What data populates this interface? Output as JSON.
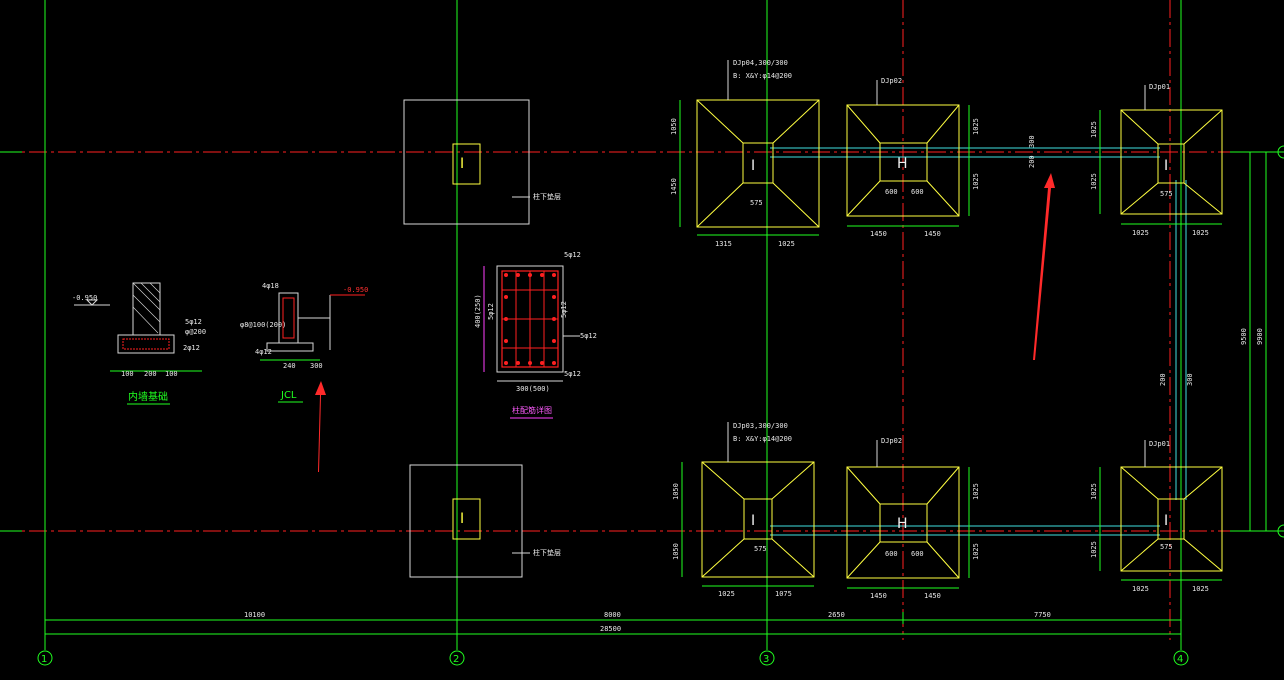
{
  "colors": {
    "background": "#000000",
    "axis_red": "#ff2020",
    "grid_green": "#20ff20",
    "footing_yellow": "#ffff40",
    "beam_cyan": "#40e0e0",
    "pad_white": "#d8d8d8",
    "rebar_red": "#ff2020",
    "section_magenta": "#ff40ff"
  },
  "footings": {
    "top_left_label_1": "DJp04,300/300",
    "top_left_label_2": "B: X&Y:φ14@200",
    "top_mid_label": "DJp02",
    "top_right_label": "DJp01",
    "bot_left_label_1": "DJp03,300/300",
    "bot_left_label_2": "B: X&Y:φ14@200",
    "bot_mid_label": "DJp02",
    "bot_right_label": "DJp01"
  },
  "dims": {
    "top_left_w1": "1315",
    "top_left_w2": "1025",
    "top_mid_w1": "1450",
    "top_mid_w2": "1450",
    "top_right_w1": "1025",
    "top_right_w2": "1025",
    "bot_left_w1": "1025",
    "bot_left_w2": "1075",
    "bot_mid_w1": "1450",
    "bot_mid_w2": "1450",
    "bot_right_w1": "1025",
    "bot_right_w2": "1025",
    "col_575": "575",
    "col_600": "600",
    "h_1050": "1050",
    "h_1025": "1025",
    "h_1450": "1450",
    "v_300": "300",
    "v_200": "200",
    "v_9500": "9500",
    "v_9900": "9900",
    "bottom_1": "10100",
    "bottom_2": "8000",
    "bottom_3": "2650",
    "bottom_4": "7750",
    "bottom_total": "28500"
  },
  "grid_labels": [
    "1",
    "2",
    "3",
    "4"
  ],
  "pad_notes": {
    "top": "柱下垫层",
    "bottom": "柱下垫层"
  },
  "details": {
    "wall_title": "内墙基础",
    "jcl_title": "JCL",
    "jcl_elev": "-0.950",
    "column_title": "柱配筋详图",
    "column_top": "5φ12",
    "column_bot": "5φ12",
    "column_side": "5φ12",
    "column_h": "400(250)",
    "column_w": "300(500)",
    "wall_note_1": "5φ12",
    "wall_note_2": "φ@200",
    "wall_note_3": "2φ12",
    "wall_dim_1": "200",
    "wall_dim_2": "100",
    "wall_elev": "-0.950",
    "jcl_note_1": "4φ18",
    "jcl_note_2": "4φ12",
    "jcl_note_3": "φ8@100(200)",
    "jcl_dim_1": "240",
    "jcl_dim_2": "300"
  }
}
